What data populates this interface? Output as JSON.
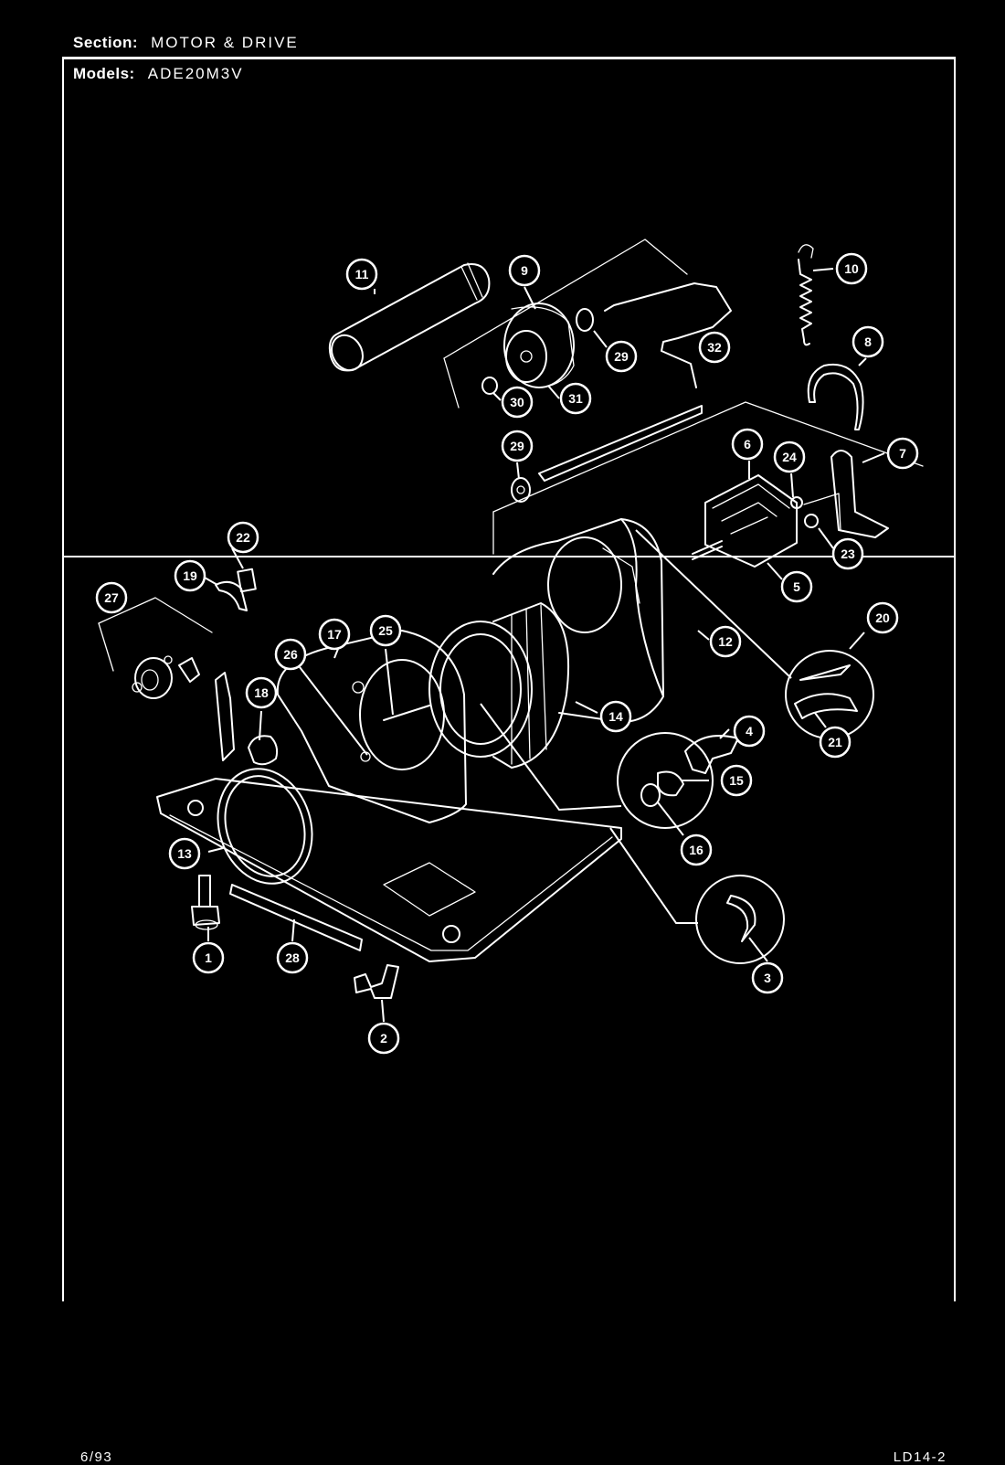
{
  "header": {
    "section_label": "Section:",
    "section_value": "MOTOR & DRIVE",
    "models_label": "Models:",
    "models_value": "ADE20M3V"
  },
  "footer": {
    "date": "6/93",
    "page_code": "LD14-2"
  },
  "colors": {
    "background": "#000000",
    "linework": "#ffffff"
  },
  "callouts": [
    "1",
    "2",
    "3",
    "4",
    "5",
    "6",
    "7",
    "8",
    "9",
    "10",
    "11",
    "12",
    "13",
    "14",
    "15",
    "16",
    "17",
    "18",
    "19",
    "20",
    "21",
    "22",
    "23",
    "24",
    "25",
    "26",
    "27",
    "28",
    "29",
    "29",
    "30",
    "31",
    "32"
  ]
}
